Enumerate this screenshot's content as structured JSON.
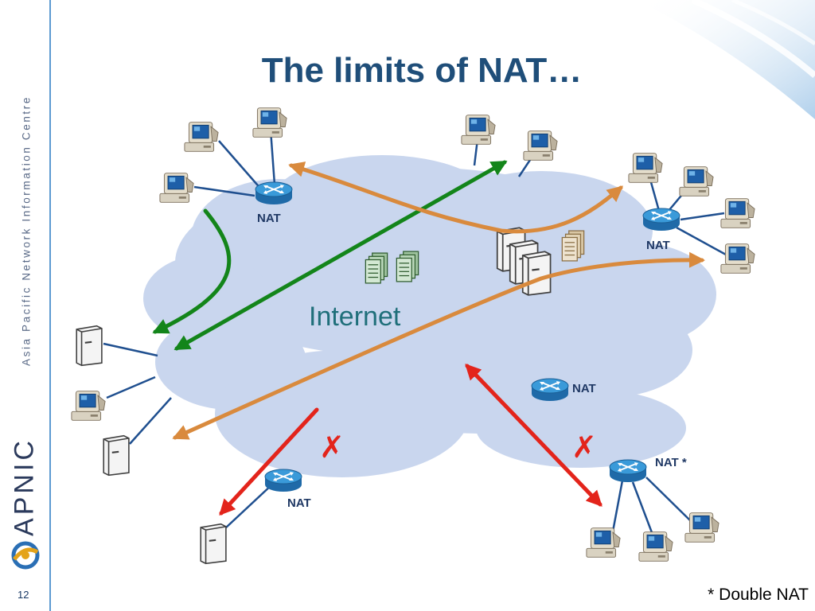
{
  "sidebar": {
    "org_name": "Asia Pacific Network Information Centre",
    "logo_text": "APNIC",
    "page_number": "12"
  },
  "title": "The limits of NAT…",
  "footnote": "* Double NAT",
  "diagram": {
    "cloud_label": "Internet",
    "nat_labels": {
      "top_left": "NAT",
      "right": "NAT",
      "small_cloud": "NAT",
      "double": "NAT *",
      "bottom": "NAT"
    },
    "blocked_mark": "✗",
    "colors": {
      "cloud": "#c9d6ee",
      "green_arrow": "#13851a",
      "orange_arrow": "#d98a3d",
      "red_arrow": "#e3241b",
      "router": "#2f8fcf",
      "nat_text": "#1f3864",
      "title": "#1f4e79"
    }
  }
}
